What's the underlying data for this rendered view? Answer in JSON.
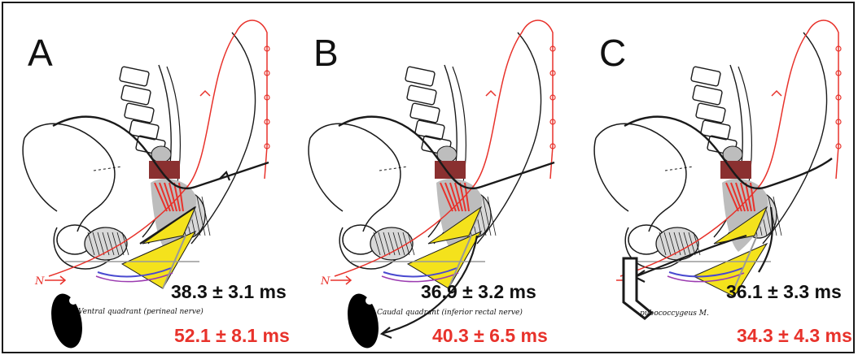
{
  "panels": [
    {
      "label": "A",
      "black_latency": "38.3 ± 3.1 ms",
      "red_latency": "52.1 ± 8.1 ms",
      "annotation": "Ventral quadrant (perineal nerve)",
      "stim_symbol": "N"
    },
    {
      "label": "B",
      "black_latency": "36.9 ± 3.2 ms",
      "red_latency": "40.3 ± 6.5 ms",
      "annotation": "Caudal quadrant (inferior rectal nerve)",
      "stim_symbol": "N"
    },
    {
      "label": "C",
      "black_latency": "36.1 ± 3.3 ms",
      "red_latency": "34.3 ± 4.3 ms",
      "annotation": "pubococcygeus M."
    }
  ],
  "colors": {
    "black_pathway": "#111111",
    "red_pathway": "#e8322b",
    "muscle_yellow": "#f4e21c",
    "tissue_gray": "#bdbdbd",
    "nerve_blue": "#4a4ad0",
    "nerve_purple": "#9b3bb0"
  }
}
